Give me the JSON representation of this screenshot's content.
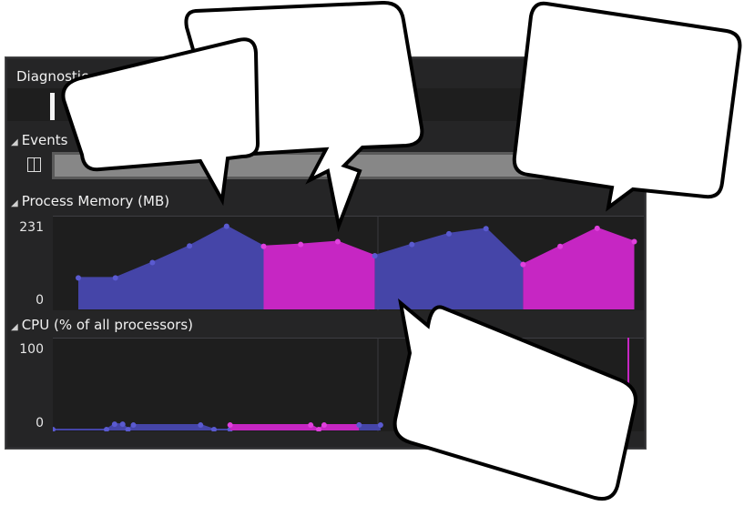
{
  "panel": {
    "title": "Diagnostic"
  },
  "sections": {
    "events": {
      "label": "Events"
    },
    "memory": {
      "label": "Process Memory (MB)",
      "ymax": "231",
      "ymin": "0"
    },
    "cpu": {
      "label": "CPU (% of all processors)",
      "ymax": "100",
      "ymin": "0"
    }
  },
  "colors": {
    "blue": "#4545a8",
    "magenta": "#c626c3",
    "panel_bg": "#252526",
    "chart_bg": "#1e1e1e"
  },
  "chart_data": [
    {
      "type": "area",
      "title": "Process Memory (MB)",
      "ylim": [
        0,
        231
      ],
      "series": [
        {
          "color": "#4545a8",
          "values": [
            [
              0,
              80
            ],
            [
              1,
              80
            ],
            [
              2,
              119
            ],
            [
              3,
              161
            ],
            [
              4,
              211
            ],
            [
              5,
              160
            ]
          ]
        },
        {
          "color": "#c626c3",
          "values": [
            [
              5,
              160
            ],
            [
              6,
              165
            ],
            [
              7,
              172
            ],
            [
              8,
              136
            ]
          ]
        },
        {
          "color": "#4545a8",
          "values": [
            [
              8,
              136
            ],
            [
              9,
              165
            ],
            [
              10,
              192
            ],
            [
              11,
              205
            ],
            [
              12,
              114
            ]
          ]
        },
        {
          "color": "#c626c3",
          "values": [
            [
              12,
              114
            ],
            [
              13,
              160
            ],
            [
              14,
              206
            ],
            [
              15,
              172
            ]
          ]
        }
      ]
    },
    {
      "type": "area",
      "title": "CPU (% of all processors)",
      "ylim": [
        0,
        100
      ],
      "series": [
        {
          "color": "#4545a8",
          "values": [
            [
              0,
              1
            ],
            [
              2,
              1
            ],
            [
              2.3,
              7
            ],
            [
              2.6,
              7
            ],
            [
              2.8,
              1
            ],
            [
              3,
              6
            ],
            [
              5.5,
              6
            ],
            [
              6,
              1
            ],
            [
              6.6,
              1
            ]
          ]
        },
        {
          "color": "#c626c3",
          "values": [
            [
              6.6,
              6
            ],
            [
              9.6,
              6
            ],
            [
              9.9,
              1
            ],
            [
              10.1,
              6
            ],
            [
              11.4,
              6
            ]
          ]
        },
        {
          "color": "#4545a8",
          "values": [
            [
              11.4,
              6
            ],
            [
              12.2,
              6
            ]
          ]
        }
      ]
    }
  ]
}
